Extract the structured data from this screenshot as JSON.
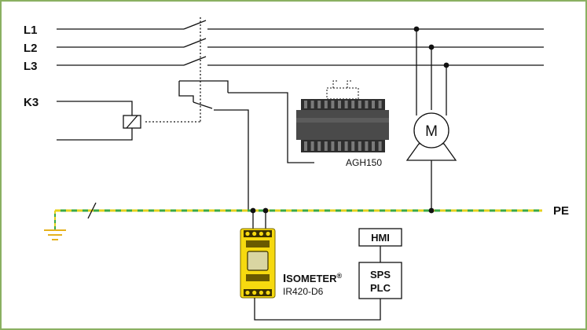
{
  "lines": {
    "l1": "L1",
    "l2": "L2",
    "l3": "L3",
    "k3": "K3",
    "pe": "PE"
  },
  "motor": {
    "symbol": "M"
  },
  "agh": {
    "label": "AGH150"
  },
  "isometer": {
    "brand_first": "I",
    "brand_rest": "SOMETER",
    "reg": "®",
    "model": "IR420-D6"
  },
  "hmi": {
    "label": "HMI"
  },
  "plc": {
    "line1": "SPS",
    "line2": "PLC"
  },
  "colors": {
    "frame": "#8ab062",
    "pe_green": "#3aa845",
    "pe_yellow": "#e6d21e",
    "device_yellow": "#f6d90f",
    "agh_body": "#3d3d3d"
  }
}
